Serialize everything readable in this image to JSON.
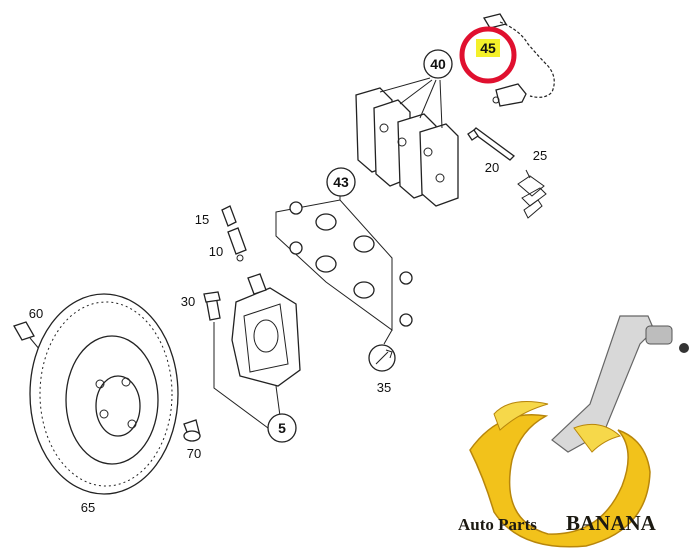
{
  "labels": {
    "p45": "45",
    "p40": "40",
    "p20": "20",
    "p25": "25",
    "p43": "43",
    "p15": "15",
    "p10": "10",
    "p60": "60",
    "p30": "30",
    "p65": "65",
    "p70": "70",
    "p5": "5",
    "p35": "35"
  },
  "brand": {
    "line1": "Auto Parts",
    "line2": "BANANA"
  },
  "colors": {
    "highlight_ring": "#e0102f",
    "highlight_fill": "#f4f02a",
    "banana_yellow": "#f2c21b",
    "banana_dark": "#b8860b"
  }
}
